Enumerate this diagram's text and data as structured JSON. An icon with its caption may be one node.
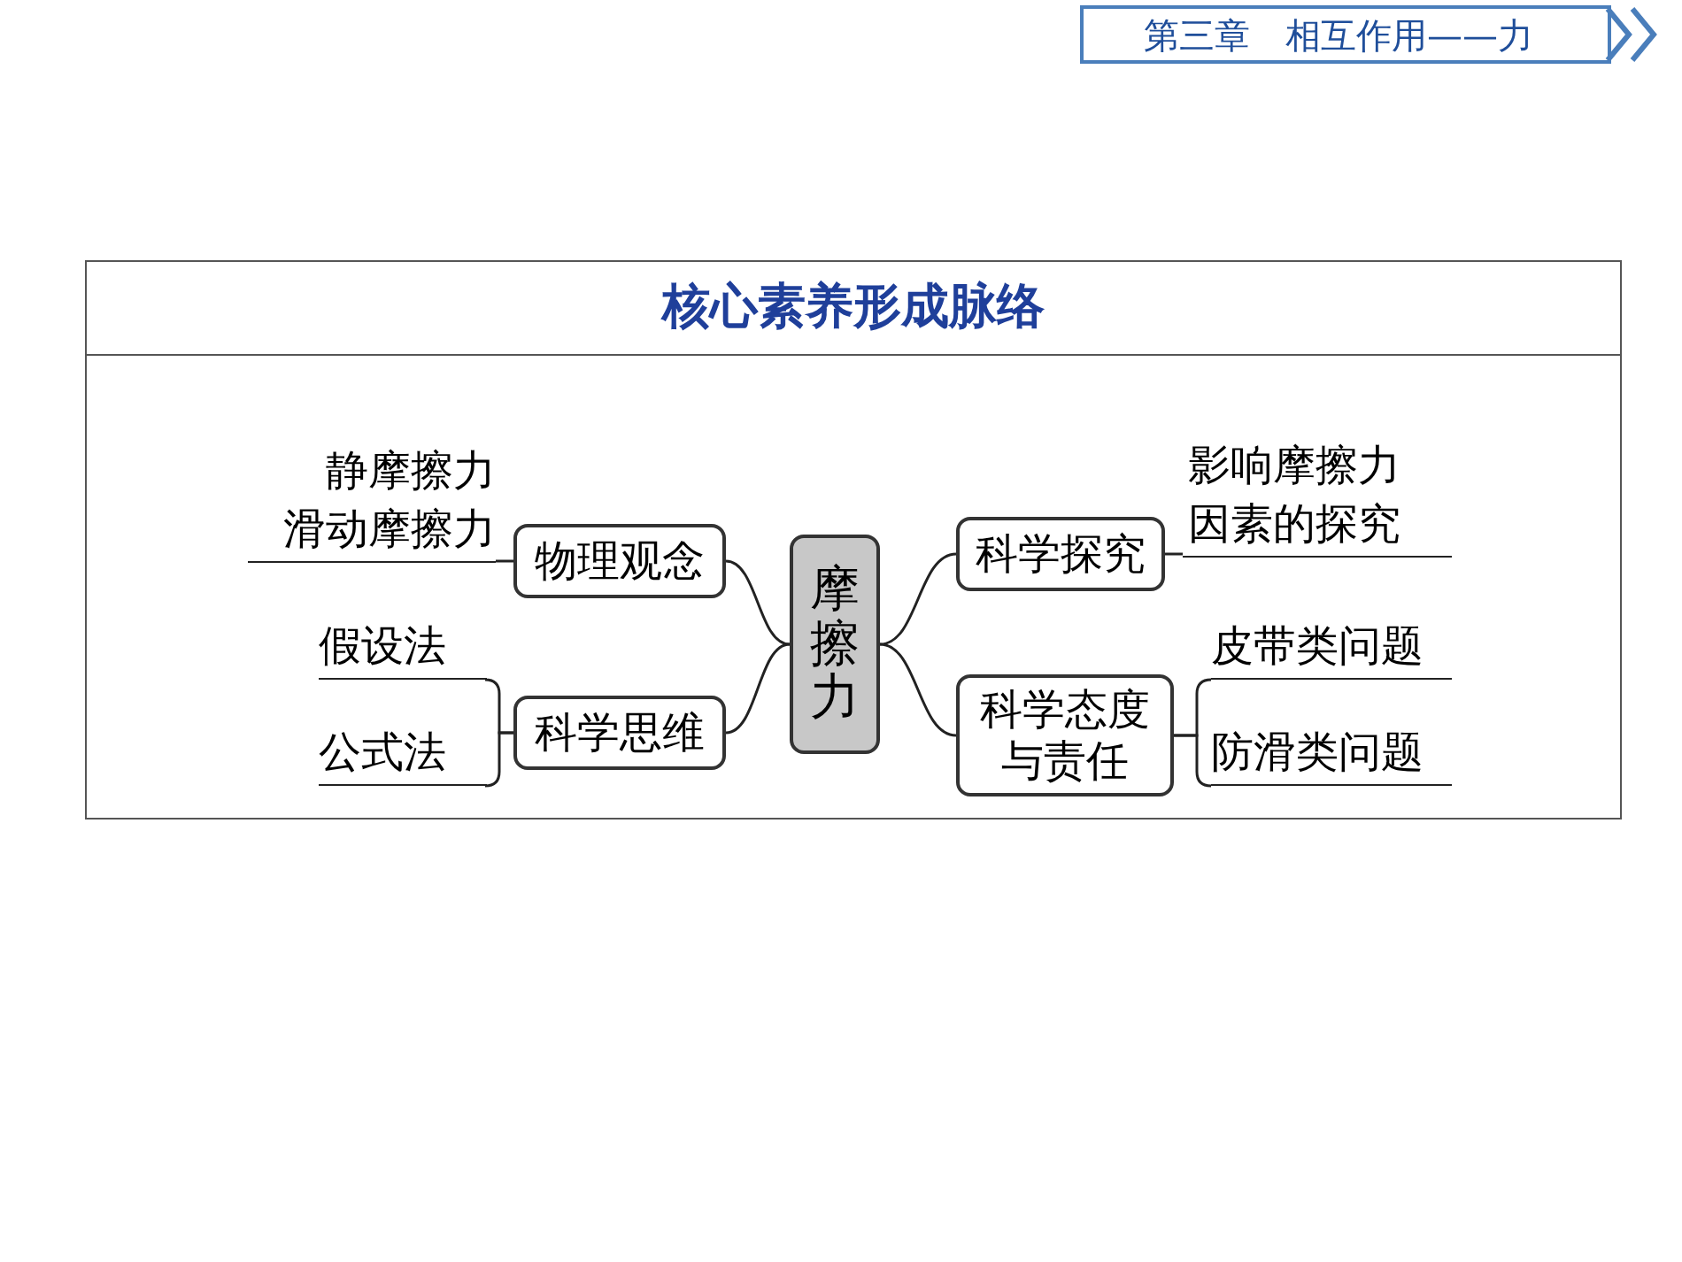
{
  "diagram": {
    "title": "核心素养形成脉络",
    "nodes": [
      {
        "text": [
          "摩擦力"
        ]
      },
      {
        "text": [
          "物理观念"
        ]
      },
      {
        "text": [
          "科学思维"
        ]
      },
      {
        "text": [
          "科学探究"
        ]
      },
      {
        "text": [
          "科学态度与责任"
        ]
      },
      {
        "text": [
          "静摩擦力",
          "滑动摩擦力"
        ]
      },
      {
        "text": [
          "假设法"
        ]
      },
      {
        "text": [
          "公式法"
        ]
      },
      {
        "text": [
          "影响摩擦力因素的探究"
        ]
      },
      {
        "text": [
          "皮带类问题"
        ]
      },
      {
        "text": [
          "防滑类问题"
        ]
      }
    ],
    "edges": [
      {
        "from": 0,
        "to": 1,
        "arrow": "none"
      },
      {
        "from": 0,
        "to": 2,
        "arrow": "none"
      },
      {
        "from": 0,
        "to": 3,
        "arrow": "none"
      },
      {
        "from": 0,
        "to": 4,
        "arrow": "none"
      },
      {
        "from": 1,
        "to": 5,
        "arrow": "none"
      },
      {
        "from": 2,
        "to": 6,
        "arrow": "none"
      },
      {
        "from": 2,
        "to": 7,
        "arrow": "none"
      },
      {
        "from": 3,
        "to": 8,
        "arrow": "none"
      },
      {
        "from": 4,
        "to": 9,
        "arrow": "none"
      },
      {
        "from": 4,
        "to": 10,
        "arrow": "none"
      }
    ],
    "labels": [
      "第三章　相互作用——力"
    ]
  }
}
